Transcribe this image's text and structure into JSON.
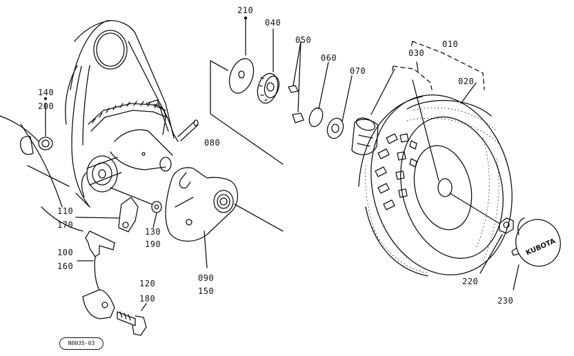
{
  "labels": {
    "p010": "010",
    "p020": "020",
    "p030": "030",
    "p040": "040",
    "p050": "050",
    "p060": "060",
    "p070": "070",
    "p080": "080",
    "p090": "090",
    "p150": "150",
    "p100": "100",
    "p160": "160",
    "p110": "110",
    "p170": "170",
    "p120": "120",
    "p180": "180",
    "p130": "130",
    "p190": "190",
    "p140": "140",
    "p200": "200",
    "p210": "210",
    "p220": "220",
    "p230": "230"
  },
  "reference_code": "N0035-03",
  "cap_logo_text": "KUBOTA"
}
